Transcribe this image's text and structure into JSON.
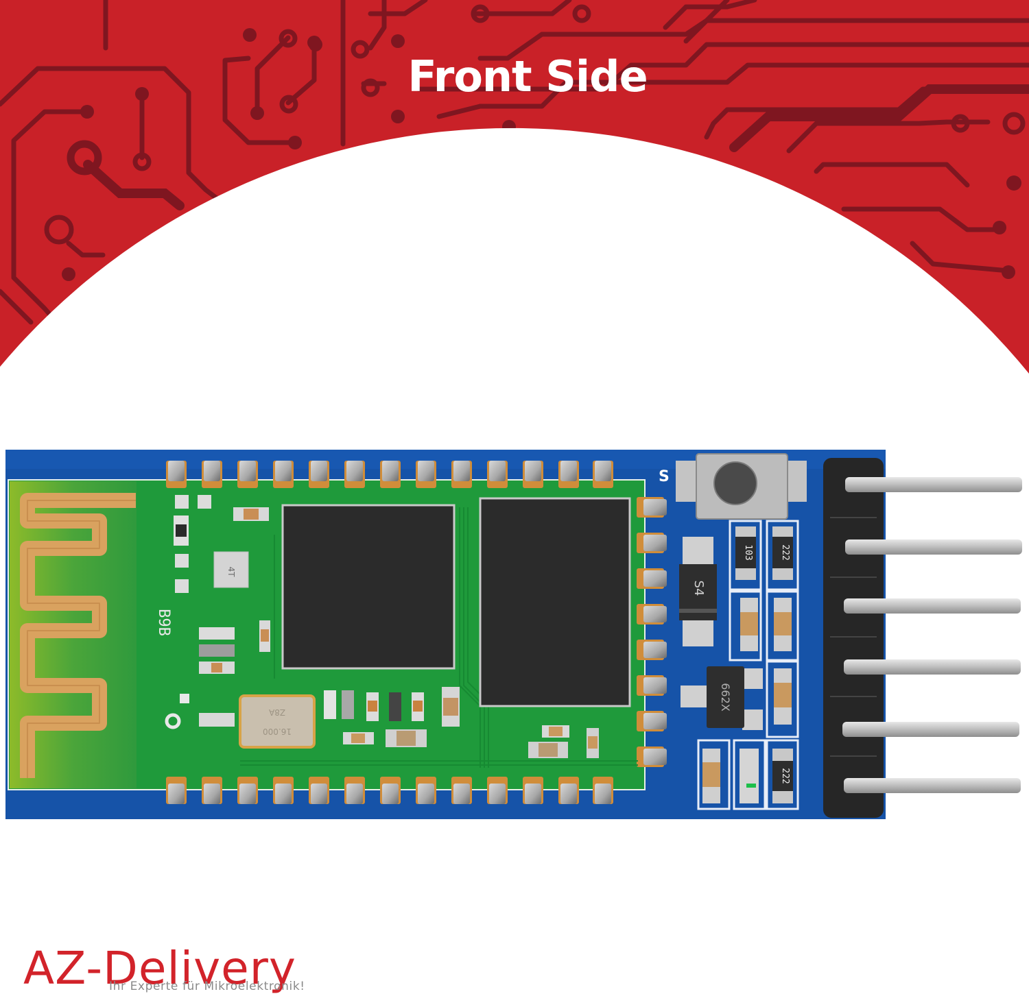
{
  "banner": {
    "title": "Front Side",
    "background_color": "#C92128",
    "trace_color": "#7F1620"
  },
  "product": {
    "name": "Bluetooth serial module (HC-05 style) on breakout board",
    "board_color": "#1653A8",
    "module_color": "#1E9A3A",
    "silkscreen_labels": {
      "switch_label": "S",
      "diode_marking": "S4",
      "regulator_marking": "662X",
      "resistor_1": "103",
      "resistor_2": "222",
      "resistor_3": "222",
      "crystal_marking_1": "Z8A",
      "crystal_marking_2": "16.000",
      "module_marking": "B9B",
      "chip_marking": "4T"
    },
    "header_pin_count": 6
  },
  "logo": {
    "brand": "AZ-Delivery",
    "tagline": "Ihr Experte für Mikroelektronik!",
    "color": "#D2232A",
    "tagline_color": "#8A8A8A"
  }
}
